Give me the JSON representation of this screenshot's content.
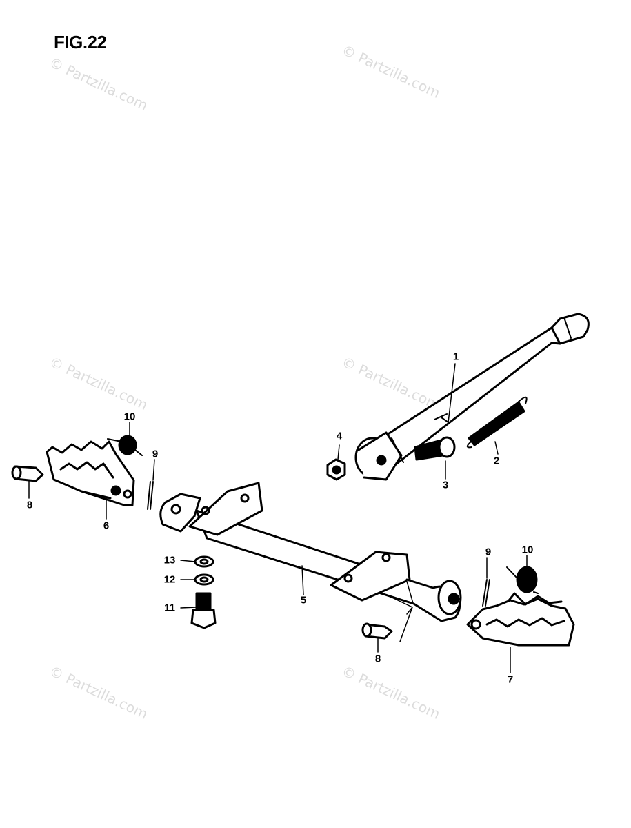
{
  "figure": {
    "title": "FIG.22"
  },
  "watermark": "© Partzilla.com",
  "callouts": [
    {
      "id": "1",
      "label": "1"
    },
    {
      "id": "2",
      "label": "2"
    },
    {
      "id": "3",
      "label": "3"
    },
    {
      "id": "4",
      "label": "4"
    },
    {
      "id": "5",
      "label": "5"
    },
    {
      "id": "6",
      "label": "6"
    },
    {
      "id": "7",
      "label": "7"
    },
    {
      "id": "8a",
      "label": "8"
    },
    {
      "id": "8b",
      "label": "8"
    },
    {
      "id": "9a",
      "label": "9"
    },
    {
      "id": "9b",
      "label": "9"
    },
    {
      "id": "10a",
      "label": "10"
    },
    {
      "id": "10b",
      "label": "10"
    },
    {
      "id": "11",
      "label": "11"
    },
    {
      "id": "12",
      "label": "12"
    },
    {
      "id": "13",
      "label": "13"
    }
  ],
  "colors": {
    "ink": "#000000",
    "paper": "#ffffff",
    "watermark": "#dcdcdc"
  }
}
